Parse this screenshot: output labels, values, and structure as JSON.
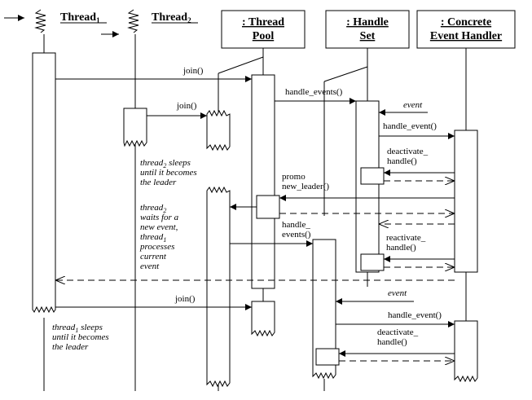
{
  "participants": {
    "thread1": {
      "name": "Thread",
      "sub": "1"
    },
    "thread2": {
      "name": "Thread",
      "sub": "2"
    },
    "thread_pool": {
      "line1": ": Thread",
      "line2": "Pool"
    },
    "handle_set": {
      "line1": ": Handle",
      "line2": "Set"
    },
    "concrete_handler": {
      "line1": ": Concrete",
      "line2": "Event Handler"
    }
  },
  "messages": {
    "join1": "join()",
    "join2": "join()",
    "handle_events1": "handle_events()",
    "event1": "event",
    "handle_event1": "handle_event()",
    "deactivate1_a": "deactivate_",
    "deactivate1_b": "handle()",
    "promote_a": "promo",
    "promote_b": "new_leader()",
    "handle_events2_a": "handle_",
    "handle_events2_b": "events()",
    "reactivate_a": "reactivate_",
    "reactivate_b": "handle()",
    "join3": "join()",
    "event2": "event",
    "handle_event2": "handle_event()",
    "deactivate2_a": "deactivate_",
    "deactivate2_b": "handle()"
  },
  "notes": {
    "thread2_sleeps": {
      "l1a": "thread",
      "l1sub": "2",
      "l1b": " sleeps",
      "l2": "until it becomes",
      "l3": "the leader"
    },
    "thread2_waits": {
      "l1a": "thread",
      "l1sub": "2",
      "l2": "waits for a",
      "l3": "new event,",
      "l4a": "thread",
      "l4sub": "1",
      "l5": "processes",
      "l6": "current",
      "l7": "event"
    },
    "thread1_sleeps": {
      "l1a": "thread",
      "l1sub": "1",
      "l1b": " sleeps",
      "l2": "until it becomes",
      "l3": "the leader"
    }
  }
}
